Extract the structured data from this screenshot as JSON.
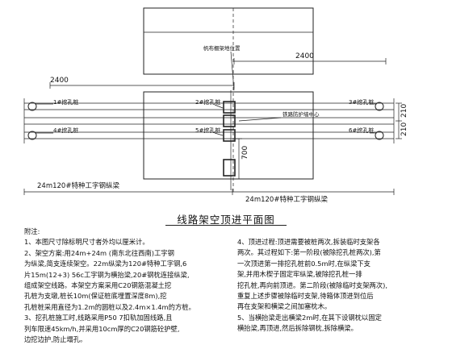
{
  "drawing": {
    "label_top_box": "帆布棚架地位置",
    "dim_right_top": "2400",
    "dim_left_top": "2400",
    "label_protect_wall": "铁路防护墙中心",
    "dim_700": "700",
    "dim_210_a": "210",
    "dim_210_b": "210",
    "beam_left": "24m120#特种工字钢纵梁",
    "beam_right": "24m120#特种工字钢纵梁",
    "piles": {
      "p1": "1#挖孔桩",
      "p2": "2#挖孔桩",
      "p3": "3#挖孔桩",
      "p4": "4#挖孔桩",
      "p5": "5#挖孔桩",
      "p6": "6#挖孔桩"
    }
  },
  "title": "线路架空顶进平面图",
  "notes_left": [
    "附注:",
    "1、本图尺寸除标明尺寸者外均以厘米计。",
    "2、架空方案:用24m+24m (南东北往西南)工字钢",
    "为纵梁,简支连续架空。22m纵梁为120#特种工字钢,6",
    "片15m(12+3) 56c工字钢为横抬梁,20#钢枕连接纵梁,",
    "组成架空线路。本架空方案采用C20钢筋混凝土挖",
    "孔桩为支墩,桩长10m(保证桩底埋置深度8m),挖",
    "孔桩桩采用直径为1.2m的圆桩以及2.4m×1.4m的方桩。",
    "3、挖孔桩施工时,线路采用P50 7扣轨加固线路,且",
    "列车限速45km/h,并采用10cm厚的C20钢筋砼护壁,",
    "边挖边护,防止塌孔。"
  ],
  "notes_right": [
    "4、顶进过程:顶进需要被桩两次,拆装临时支架各",
    "两次。其过程如下:第一阶段(被除挖孔桩两次),第",
    "一次顶进第一排挖孔桩前0.5m时,在纵梁下支",
    "架,并用木楔子固定牢纵梁,被除挖孔桩一排",
    "挖孔桩,再向前顶进。第二阶段(被除临时支架两次),",
    "重复上述步骤被除临时支架,待箱体顶进到位后",
    "再在支架和横梁之间加塞枕木。",
    "5、当横抬梁走出横梁2m时,在其下设钢枕以固定",
    "横抬梁,再顶进,然后拆除钢枕,拆除横梁。"
  ]
}
